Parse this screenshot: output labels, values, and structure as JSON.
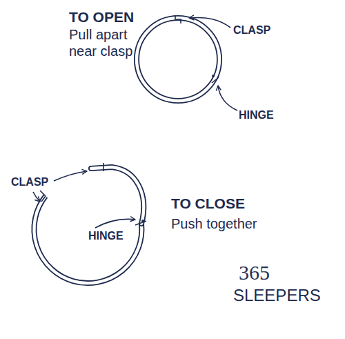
{
  "diagram": {
    "labels": [
      "TO OPEN",
      "Pull apart near clasp",
      "CLASP",
      "HINGE",
      "CLASP",
      "HINGE",
      "TO CLOSE",
      "Push together",
      "365",
      "SLEEPERS"
    ]
  }
}
